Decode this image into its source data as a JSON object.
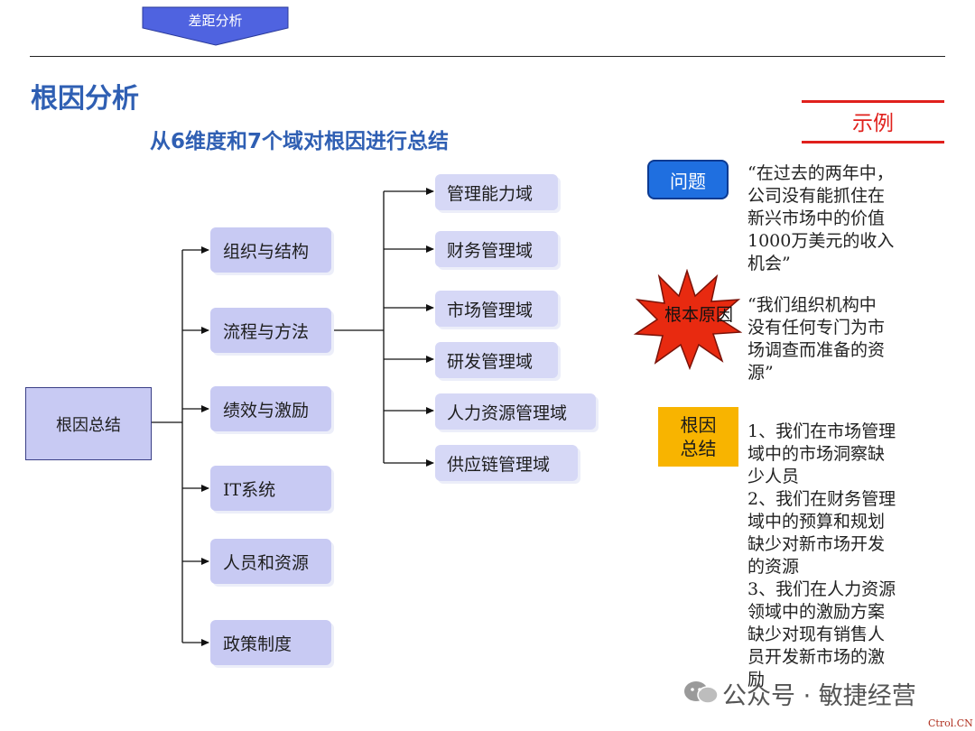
{
  "tab_label": "差距分析",
  "page_title": "根因分析",
  "subtitle": "从6维度和7个域对根因进行总结",
  "root": "根因总结",
  "dimensions": [
    "组织与结构",
    "流程与方法",
    "绩效与激励",
    "IT系统",
    "人员和资源",
    "政策制度"
  ],
  "domains": [
    "管理能力域",
    "财务管理域",
    "市场管理域",
    "研发管理域",
    "人力资源管理域",
    "供应链管理域"
  ],
  "example": {
    "label": "示例",
    "problem_label": "问题",
    "problem_text": "“在过去的两年中，\n公司没有能抓住在\n新兴市场中的价值\n1000万美元的收入\n机会”",
    "root_cause_label": "根本原因",
    "root_cause_text": "“我们组织机构中\n没有任何专门为市\n场调查而准备的资\n源”",
    "summary_label": "根因\n总结",
    "summary_text": "1、我们在市场管理\n域中的市场洞察缺\n少人员\n2、我们在财务管理\n域中的预算和规划\n缺少对新市场开发\n的资源\n3、我们在人力资源\n领域中的激励方案\n缺少对现有销售人\n员开发新市场的激\n励"
  },
  "watermark": "公众号 · 敏捷经营",
  "site_tag": "Ctrol.CN",
  "colors": {
    "accent_blue": "#2f5fb3",
    "box_fill": "#c8caf3",
    "example_red": "#e0201c",
    "problem_blue": "#1f6fe0",
    "summary_yellow": "#f8b400"
  }
}
